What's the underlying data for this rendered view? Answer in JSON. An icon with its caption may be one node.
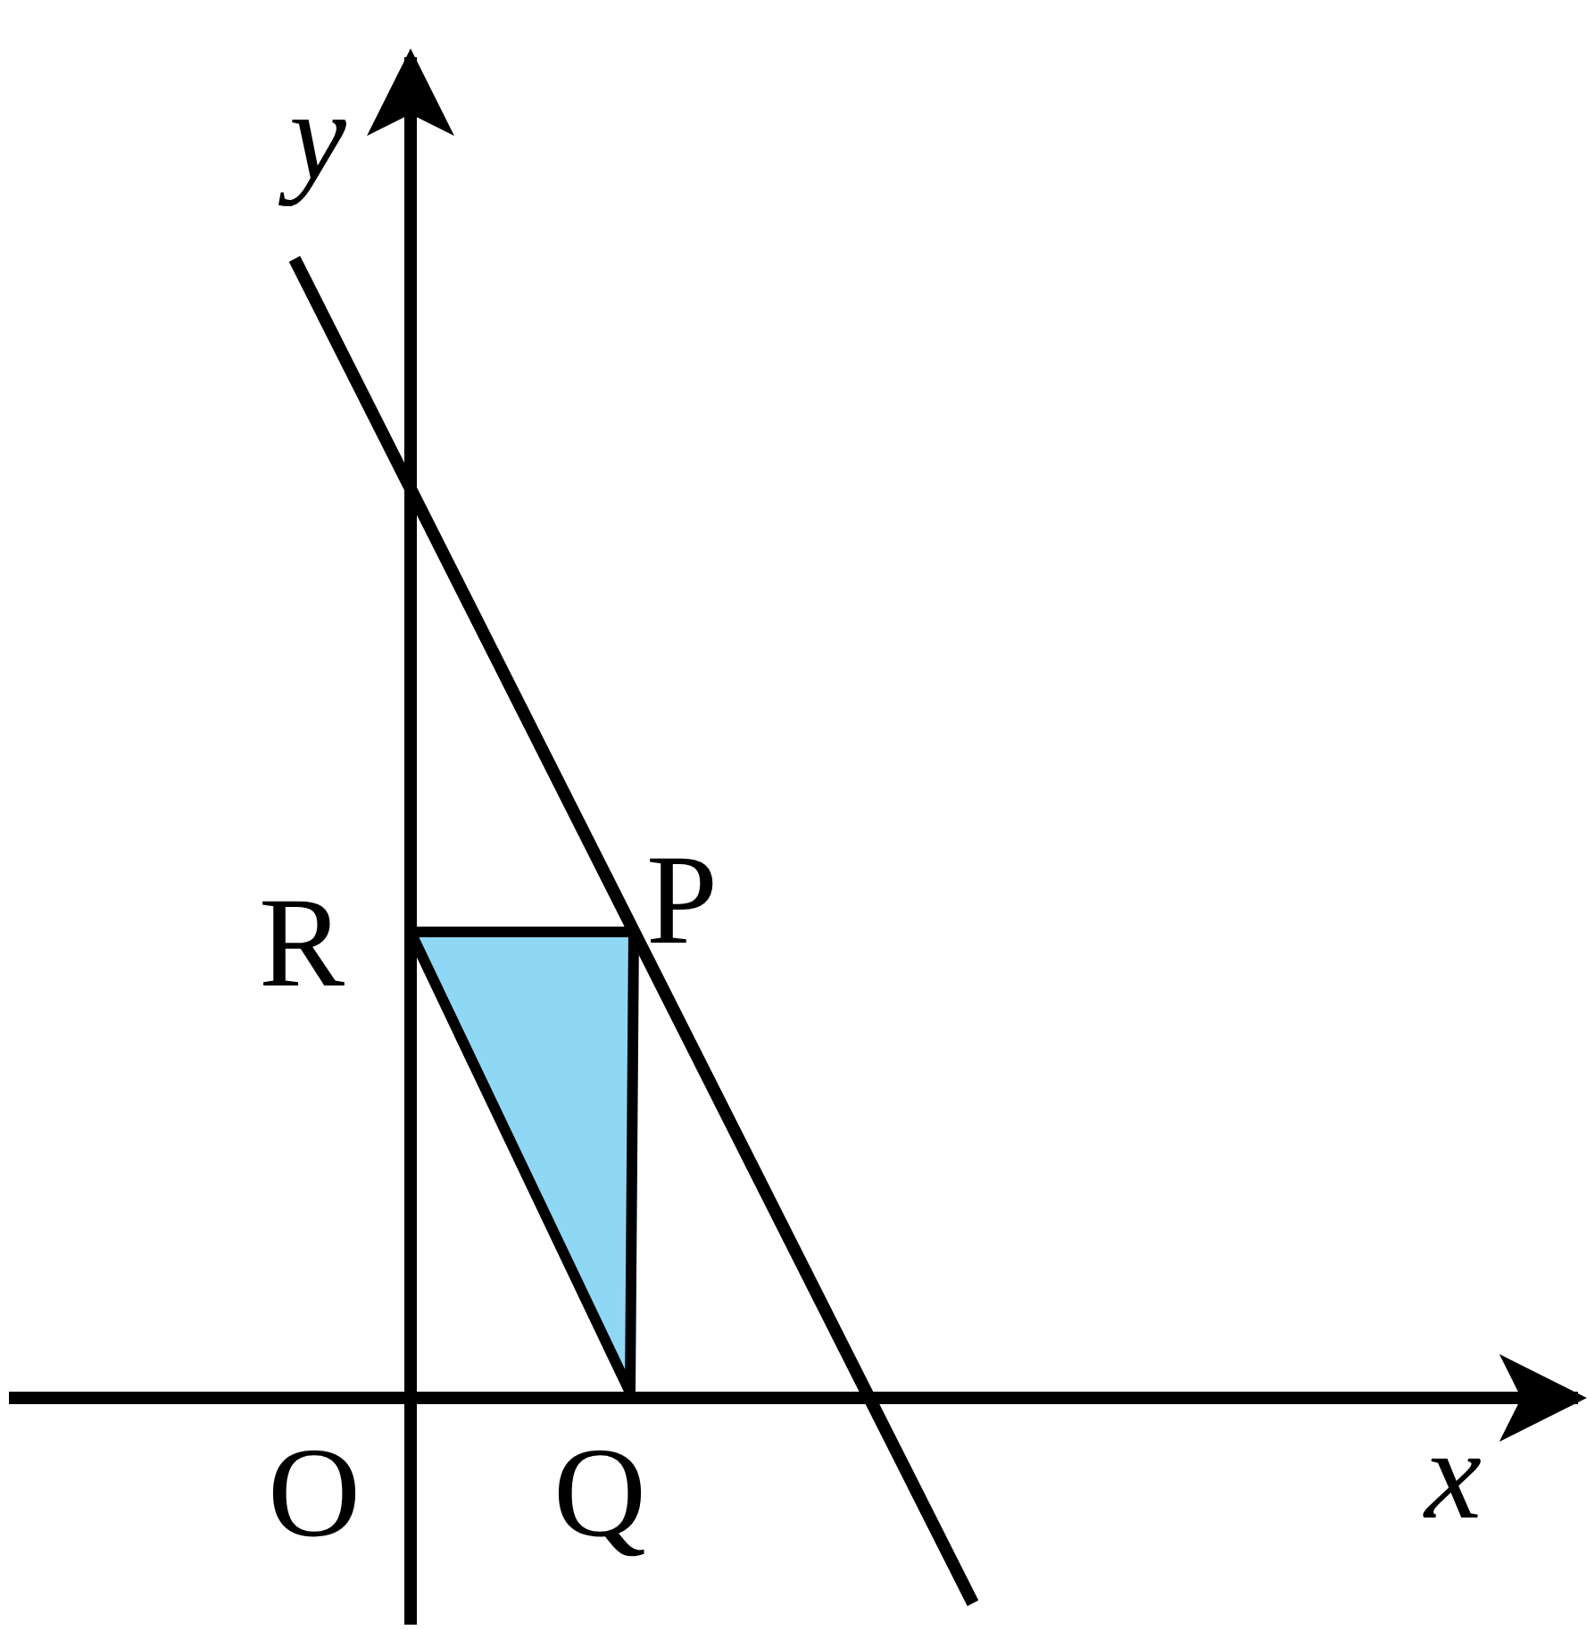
{
  "diagram": {
    "labels": [
      "y",
      "R",
      "P",
      "O",
      "Q",
      "x"
    ]
  }
}
